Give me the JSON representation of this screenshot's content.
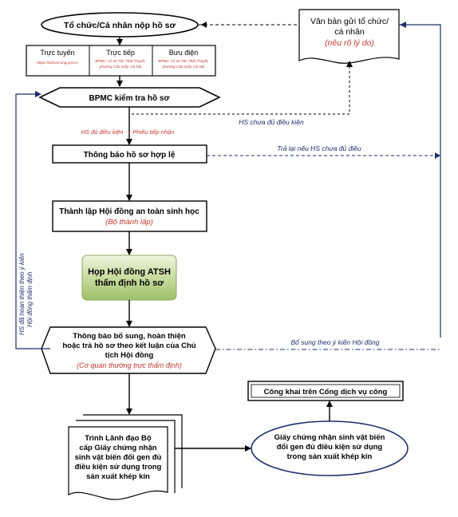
{
  "start": {
    "label": "Tổ chức/Cá nhân nộp hồ sơ"
  },
  "returned_doc": {
    "line1": "Văn bản gửi tổ chức/",
    "line2": "cá nhân",
    "line3": "(nêu rõ lý do)"
  },
  "channels": [
    {
      "title": "Trực tuyến",
      "detail1": "https://dichvucong.gov.vn",
      "detail2": ""
    },
    {
      "title": "Trực tiếp",
      "detail1": "BPMC: số 30 Tôn Thất Thuyết,",
      "detail2": "phường Cầu Giấy, Hà Nội"
    },
    {
      "title": "Bưu điện",
      "detail1": "BPMC: số 30 Tôn Thất Thuyết,",
      "detail2": "phường Cầu Giấy, Hà Nội"
    }
  ],
  "check": {
    "label": "BPMC kiểm tra hồ sơ"
  },
  "labels": {
    "not_enough": "HS chưa đủ điều kiện",
    "enough": "HS đủ điều kiện → Phiếu tiếp nhận",
    "return_not_enough": "Trả lại nếu HS chưa đủ điều",
    "supplement": "Bổ sung theo ý kiến Hội đồng",
    "completed_line1": "HS đã hoàn thiện theo ý kiến",
    "completed_line2": "Hội đồng thẩm định"
  },
  "valid_notice": {
    "label": "Thông báo hồ sơ hợp lệ"
  },
  "council": {
    "line1": "Thành lập Hội đồng an toàn sinh học",
    "line2": "(Bộ thành lập)"
  },
  "meeting": {
    "line1": "Họp Hội đồng ATSH",
    "line2": "thẩm định hồ sơ"
  },
  "notify": {
    "line1": "Thông báo bổ sung, hoàn thiện",
    "line2": "hoặc trả hồ sơ theo kết luận của Chủ",
    "line3": "tịch Hội đồng",
    "line4": "(Cơ quan thường trực thẩm định)"
  },
  "submit": {
    "line1": "Trình Lãnh đạo Bộ",
    "line2": "cấp Giấy chứng nhận",
    "line3": "sinh vật biến đổi gen đủ",
    "line4": "điều kiện sử dụng trong",
    "line5": "sản xuất khép kín"
  },
  "certificate": {
    "line1": "Giấy chứng nhận sinh vật biến",
    "line2": "đổi gen đủ điều kiện sử dụng",
    "line3": "trong sản xuất khép kín"
  },
  "publish": {
    "label": "Công khai trên Cổng dịch vụ công"
  }
}
